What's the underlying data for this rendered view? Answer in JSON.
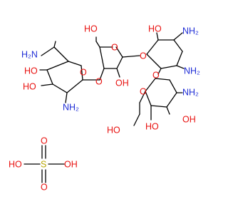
{
  "colors": {
    "bond": "#000000",
    "nitrogen": "#1e2cd6",
    "oxygen": "#e8110f",
    "sulfur": "#b8a500",
    "background": "#ffffff"
  },
  "labels": {
    "h2n": "H₂N",
    "ho": "HO",
    "oh": "OH",
    "o": "O",
    "nh2": "NH₂",
    "s": "S"
  }
}
